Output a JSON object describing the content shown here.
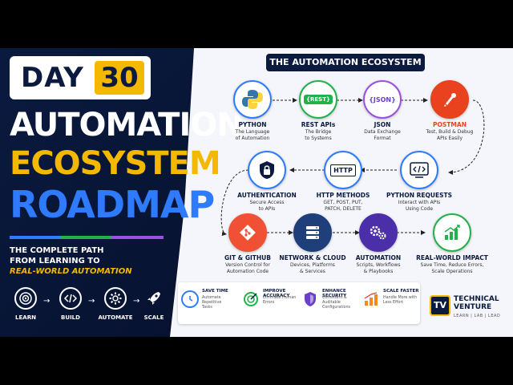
{
  "header": {
    "day_word": "DAY",
    "day_number": "30",
    "title_line1": "AUTOMATION",
    "title_line2": "ECOSYSTEM",
    "title_line3": "ROADMAP",
    "tagline_line1": "THE COMPLETE PATH",
    "tagline_line2": "FROM LEARNING TO",
    "tagline_line3": "REAL-WORLD AUTOMATION"
  },
  "steps": [
    {
      "label": "LEARN",
      "icon": "target-icon"
    },
    {
      "label": "BUILD",
      "icon": "code-icon"
    },
    {
      "label": "AUTOMATE",
      "icon": "gear-icon"
    },
    {
      "label": "SCALE",
      "icon": "rocket-icon"
    }
  ],
  "ecosystem": {
    "title": "THE AUTOMATION ECOSYSTEM",
    "nodes": [
      {
        "title": "PYTHON",
        "sub1": "The Language",
        "sub2": "of Automation",
        "sub3": "",
        "icon": "python-icon"
      },
      {
        "title": "REST APIs",
        "sub1": "The Bridge",
        "sub2": "to Systems",
        "sub3": "",
        "icon": "rest-icon",
        "glyph": "{REST}"
      },
      {
        "title": "JSON",
        "sub1": "Data Exchange",
        "sub2": "Format",
        "sub3": "",
        "icon": "json-icon",
        "glyph": "{JSON}"
      },
      {
        "title": "POSTMAN",
        "sub1": "Test, Build & Debug",
        "sub2": "APIs Easily",
        "sub3": "",
        "icon": "postman-icon"
      },
      {
        "title": "AUTHENTICATION",
        "sub1": "Secure Access",
        "sub2": "to APIs",
        "sub3": "",
        "icon": "lock-icon"
      },
      {
        "title": "HTTP METHODS",
        "sub1": "GET, POST, PUT,",
        "sub2": "PATCH, DELETE",
        "sub3": "",
        "icon": "http-icon",
        "glyph": "HTTP"
      },
      {
        "title": "PYTHON REQUESTS",
        "sub1": "Interact with APIs",
        "sub2": "Using Code",
        "sub3": "",
        "icon": "terminal-icon"
      },
      {
        "title": "GIT & GITHUB",
        "sub1": "Version Control for",
        "sub2": "Automation Code",
        "sub3": "",
        "icon": "git-icon"
      },
      {
        "title": "NETWORK & CLOUD",
        "sub1": "Devices, Platforms",
        "sub2": "& Services",
        "sub3": "",
        "icon": "server-icon"
      },
      {
        "title": "AUTOMATION",
        "sub1": "Scripts, Workflows",
        "sub2": "& Playbooks",
        "sub3": "",
        "icon": "gears-icon"
      },
      {
        "title": "REAL-WORLD IMPACT",
        "sub1": "Save Time, Reduce Errors,",
        "sub2": "Scale Operations",
        "sub3": "",
        "icon": "growth-chart-icon"
      }
    ]
  },
  "benefits": [
    {
      "title": "SAVE TIME",
      "sub1": "Automate Repetitive",
      "sub2": "Tasks",
      "icon": "clock-icon",
      "color": "#2f7bff"
    },
    {
      "title": "IMPROVE ACCURACY",
      "sub1": "Eliminate Human",
      "sub2": "Errors",
      "icon": "target-icon",
      "color": "#22b24c"
    },
    {
      "title": "ENHANCE SECURITY",
      "sub1": "Consistent & Auditable",
      "sub2": "Configurations",
      "icon": "shield-icon",
      "color": "#6b3fc8"
    },
    {
      "title": "SCALE FASTER",
      "sub1": "Handle More with",
      "sub2": "Less Effort",
      "icon": "bar-chart-icon",
      "color": "#f08a24"
    }
  ],
  "brand": {
    "logo": "TV",
    "line1": "TECHNICAL",
    "line2": "VENTURE",
    "tag": "LEARN | LAB | LEAD"
  },
  "colors": {
    "navy": "#0b1a3e",
    "yellow": "#f5b800",
    "blue": "#2f7bff",
    "postman": "#e8431e",
    "green": "#22b24c"
  }
}
